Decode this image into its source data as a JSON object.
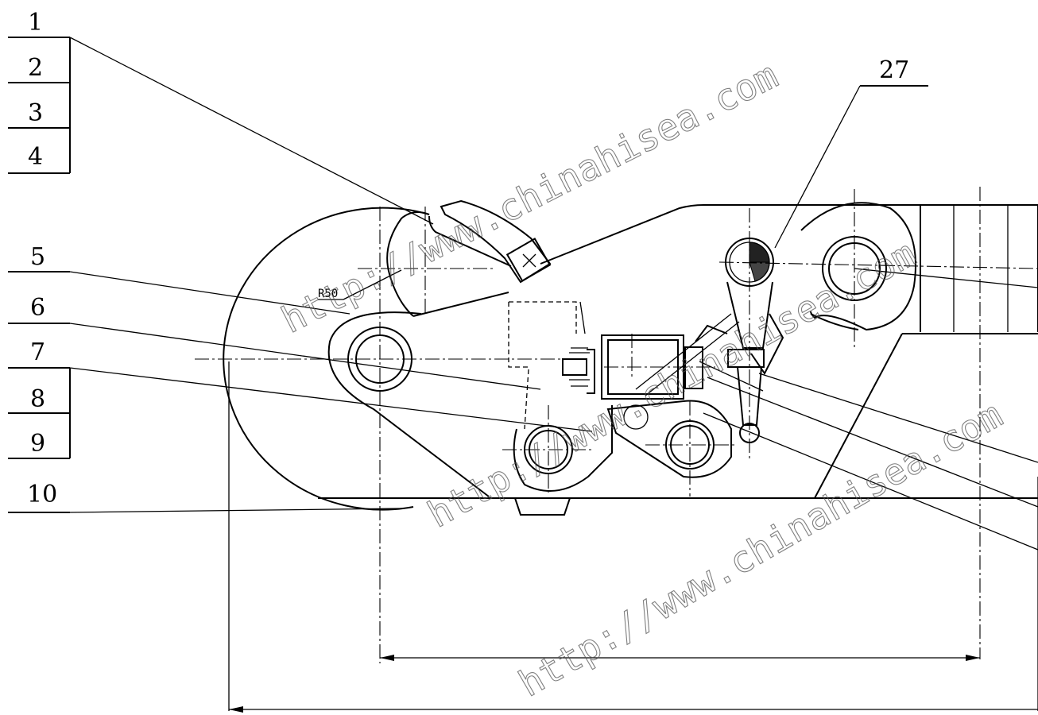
{
  "callouts": {
    "c1": "1",
    "c2": "2",
    "c3": "3",
    "c4": "4",
    "c5": "5",
    "c6": "6",
    "c7": "7",
    "c8": "8",
    "c9": "9",
    "c10": "10",
    "c27": "27"
  },
  "dimension_label": "R50",
  "watermarks": {
    "top": "http://www.chinahisea.com",
    "middle": "http://www.chinahisea.com",
    "bottom": "http://www.chinahisea.com"
  }
}
